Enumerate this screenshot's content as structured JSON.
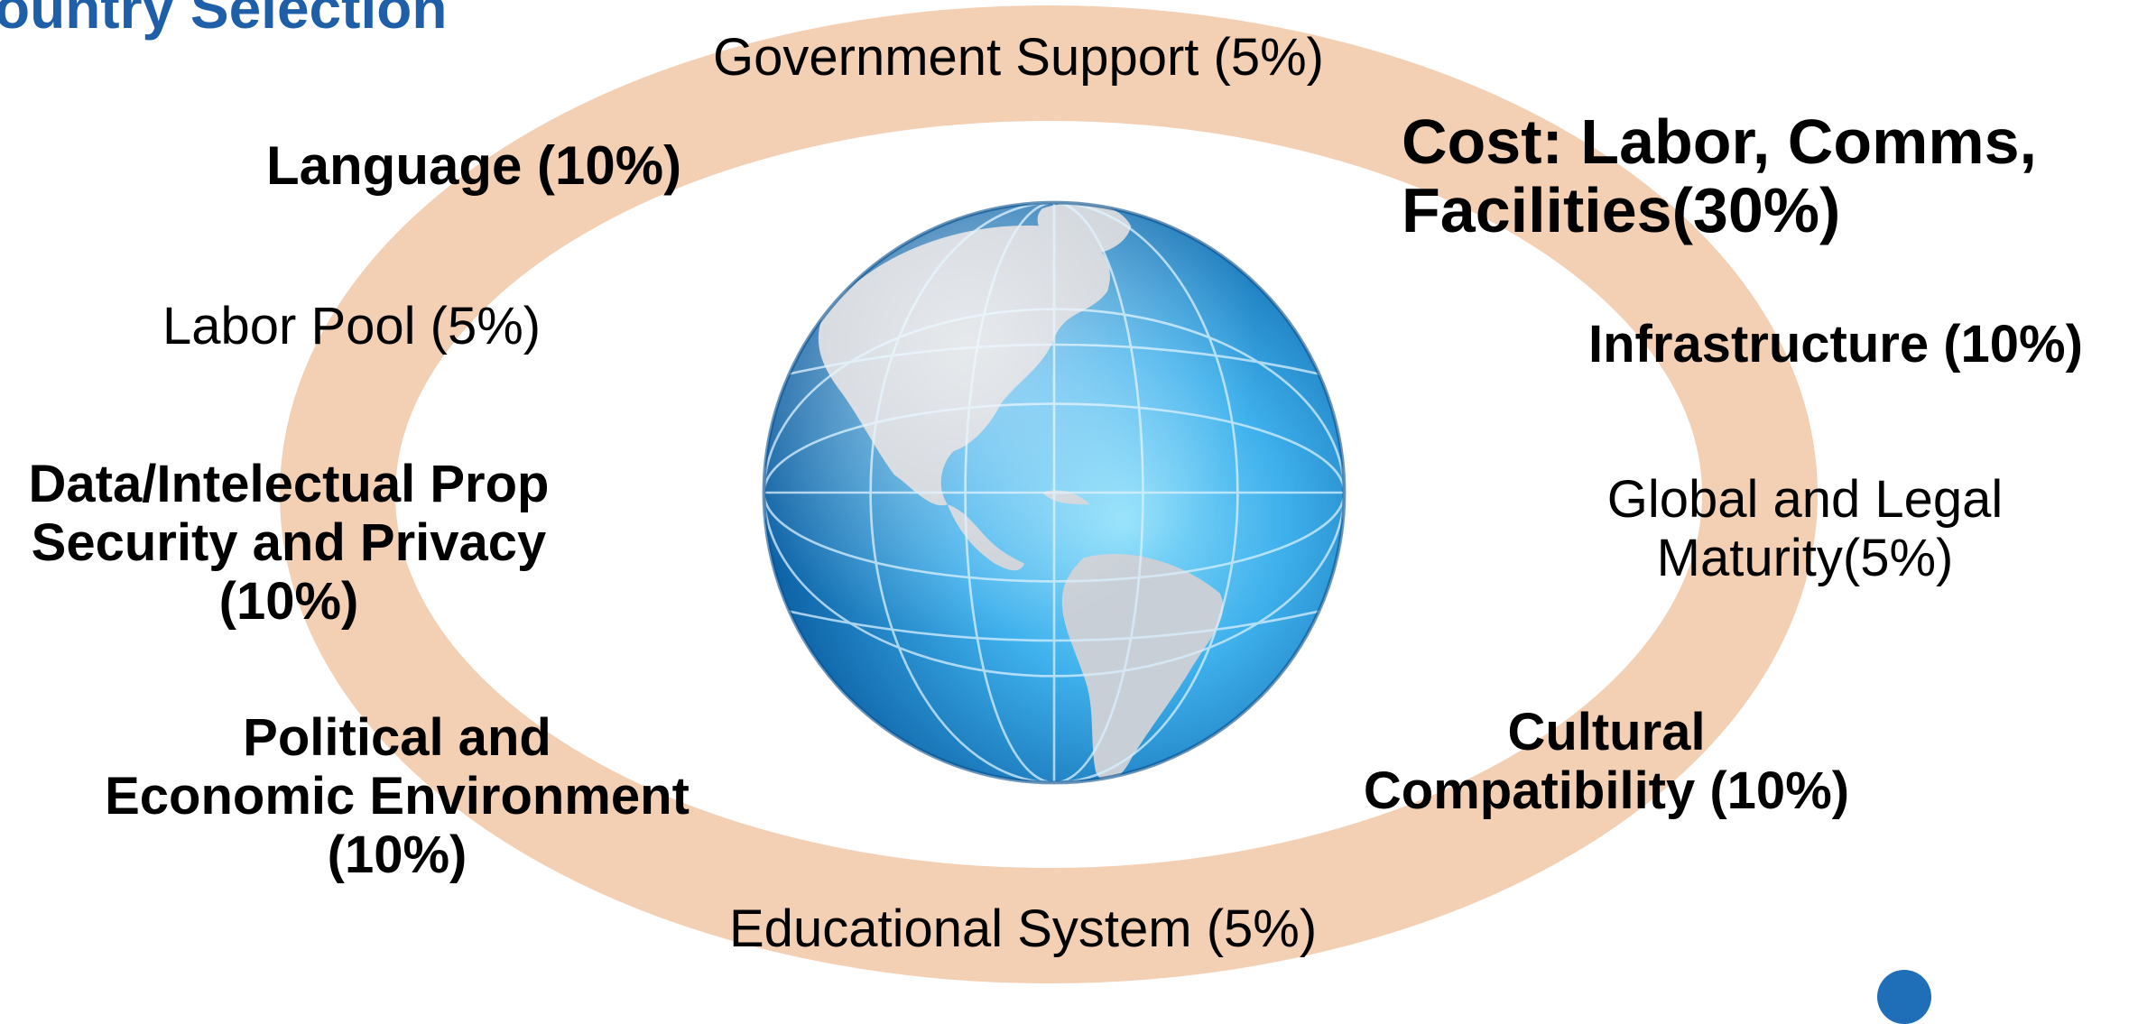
{
  "title": "ountry Selection",
  "factors": {
    "government": "Government Support (5%)",
    "language": "Language (10%)",
    "cost_line1": "Cost: Labor, Comms,",
    "cost_line2": "Facilities(30%)",
    "labor_pool": "Labor Pool (5%)",
    "infrastructure": "Infrastructure (10%)",
    "data_line1": "Data/Intelectual Prop",
    "data_line2": "Security and Privacy",
    "data_line3": "(10%)",
    "global_line1": "Global and Legal",
    "global_line2": "Maturity(5%)",
    "political_line1": "Political and",
    "political_line2": "Economic Environment",
    "political_line3": "(10%)",
    "cultural_line1": "Cultural",
    "cultural_line2": "Compatibility (10%)",
    "educational": "Educational System (5%)"
  },
  "colors": {
    "ring": "#f3cfb4",
    "title": "#1f5fa8",
    "ocean_light": "#6fd0f7",
    "ocean_dark": "#0b62a8",
    "land": "#c9cfd6",
    "grid": "#d9f0ff"
  },
  "icons": {
    "center": "globe-icon"
  }
}
